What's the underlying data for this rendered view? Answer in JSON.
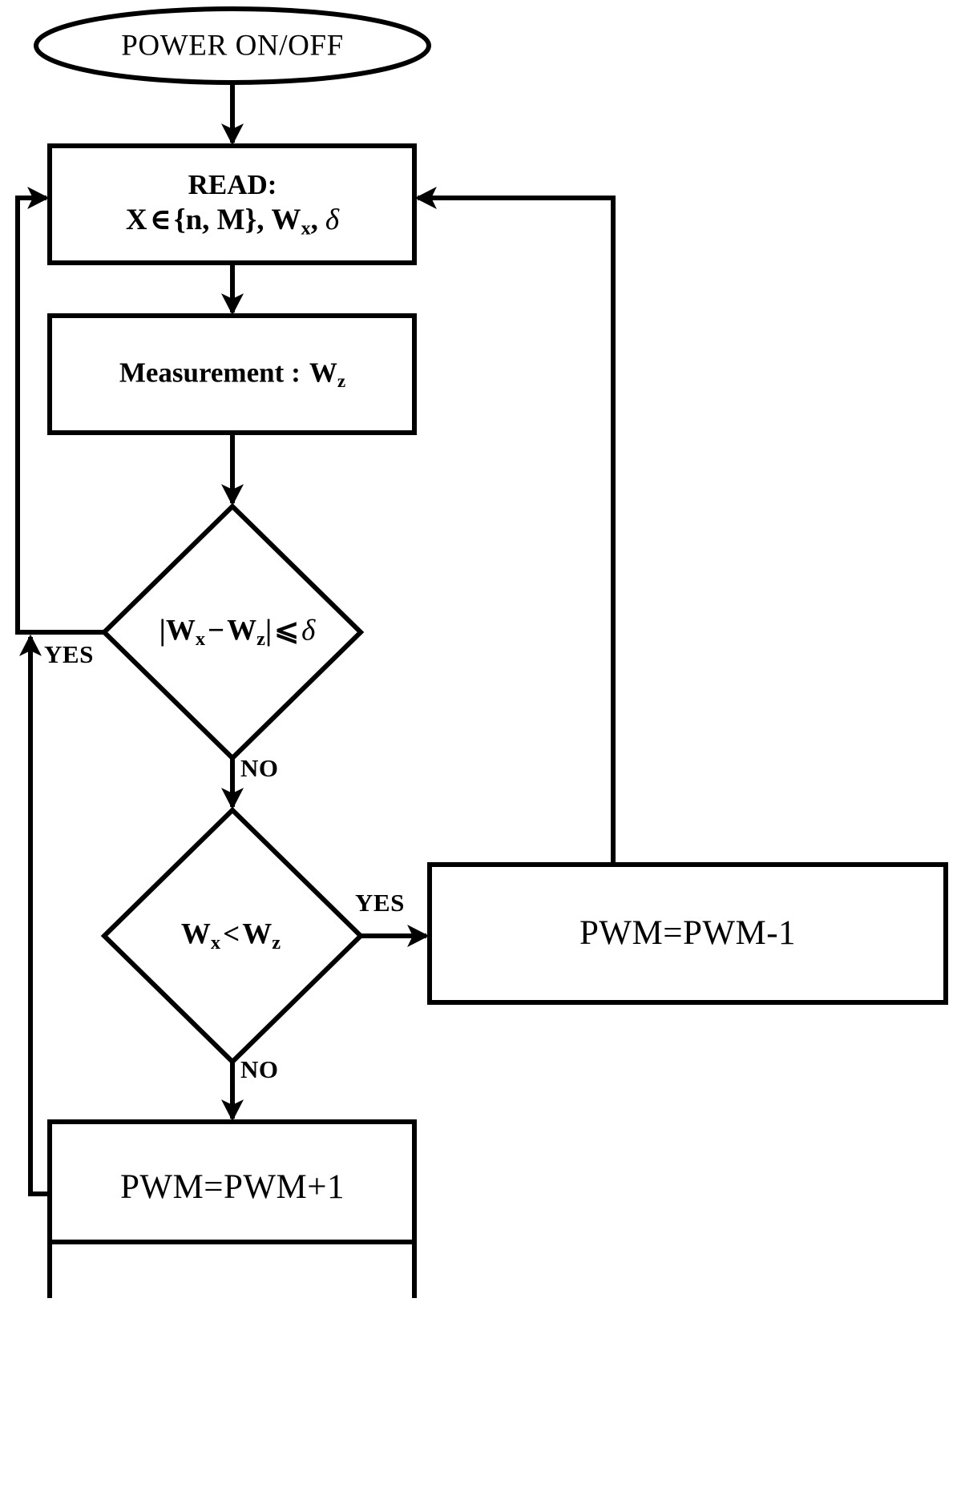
{
  "diagram": {
    "type": "flowchart",
    "title": "PWM control loop flowchart",
    "colors": {
      "stroke": "#000000",
      "fill": "#ffffff",
      "text": "#000000"
    },
    "nodes": [
      {
        "id": "start",
        "shape": "ellipse",
        "name": "power-on-off-terminal",
        "label": "POWER ON/OFF"
      },
      {
        "id": "read",
        "shape": "process",
        "name": "read-process",
        "line1": "READ:",
        "line2_pre": "X",
        "line2_in": "∈",
        "line2_set": "{n, M}",
        "line2_comma": ",",
        "line2_w": "W",
        "line2_wsub": "x",
        "line2_comma2": ",",
        "line2_delta": "δ",
        "label_plain": "READ: X ∈ {n, M}, Wₓ, δ"
      },
      {
        "id": "measurement",
        "shape": "process",
        "name": "measurement-process",
        "label_pre": "Measurement",
        "label_colon": ":",
        "label_w": "W",
        "label_wsub": "z",
        "label_plain": "Measurement : Wᴢ"
      },
      {
        "id": "decision1",
        "shape": "decision",
        "name": "tolerance-decision",
        "bar_open": "|",
        "w1": "W",
        "w1sub": "x",
        "minus": "−",
        "w2": "W",
        "w2sub": "z",
        "bar_close": "|",
        "op": "⩽",
        "delta": "δ",
        "label_plain": "|Wₓ − Wᴢ| ⩽ δ"
      },
      {
        "id": "decision2",
        "shape": "decision",
        "name": "comparison-decision",
        "w1": "W",
        "w1sub": "x",
        "op": "<",
        "w2": "W",
        "w2sub": "z",
        "label_plain": "Wₓ < Wᴢ"
      },
      {
        "id": "pwm_minus",
        "shape": "process",
        "name": "pwm-decrement-process",
        "label": "PWM=PWM-1"
      },
      {
        "id": "pwm_plus",
        "shape": "process",
        "name": "pwm-increment-process",
        "label": "PWM=PWM+1"
      }
    ],
    "edge_labels": {
      "decision1_yes": "YES",
      "decision1_no": "NO",
      "decision2_yes": "YES",
      "decision2_no": "NO"
    },
    "edges": [
      {
        "from": "start",
        "to": "read",
        "label": ""
      },
      {
        "from": "read",
        "to": "measurement",
        "label": ""
      },
      {
        "from": "measurement",
        "to": "decision1",
        "label": ""
      },
      {
        "from": "decision1",
        "to": "read",
        "label": "YES"
      },
      {
        "from": "decision1",
        "to": "decision2",
        "label": "NO"
      },
      {
        "from": "decision2",
        "to": "pwm_minus",
        "label": "YES"
      },
      {
        "from": "decision2",
        "to": "pwm_plus",
        "label": "NO"
      },
      {
        "from": "pwm_minus",
        "to": "read",
        "label": ""
      },
      {
        "from": "pwm_plus",
        "to": "read",
        "label": ""
      }
    ]
  }
}
